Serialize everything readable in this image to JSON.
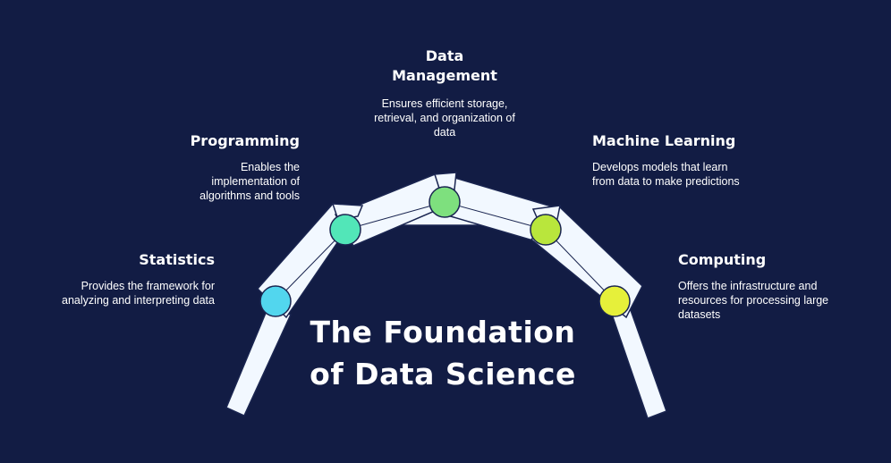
{
  "title_line1": "The Foundation",
  "title_line2": "of Data Science",
  "colors": {
    "background": "#121c44",
    "beam": "#f2f8ff",
    "beam_outline": "#1a2550",
    "statistics": "#52d6ee",
    "programming": "#52e6b8",
    "data_management": "#7ee07e",
    "machine_learning": "#b9e63c",
    "computing": "#e6f03a"
  },
  "nodes": [
    {
      "title": "Statistics",
      "description": "Provides the framework for analyzing and interpreting data",
      "icon": "circle-node"
    },
    {
      "title": "Programming",
      "description": "Enables the implementation of algorithms and tools",
      "icon": "circle-node"
    },
    {
      "title": "Data Management",
      "description": "Ensures efficient storage, retrieval, and organization of data",
      "icon": "circle-node"
    },
    {
      "title": "Machine Learning",
      "description": "Develops models that learn from data to make predictions",
      "icon": "circle-node"
    },
    {
      "title": "Computing",
      "description": "Offers the infrastructure and resources for processing large datasets",
      "icon": "circle-node"
    }
  ]
}
